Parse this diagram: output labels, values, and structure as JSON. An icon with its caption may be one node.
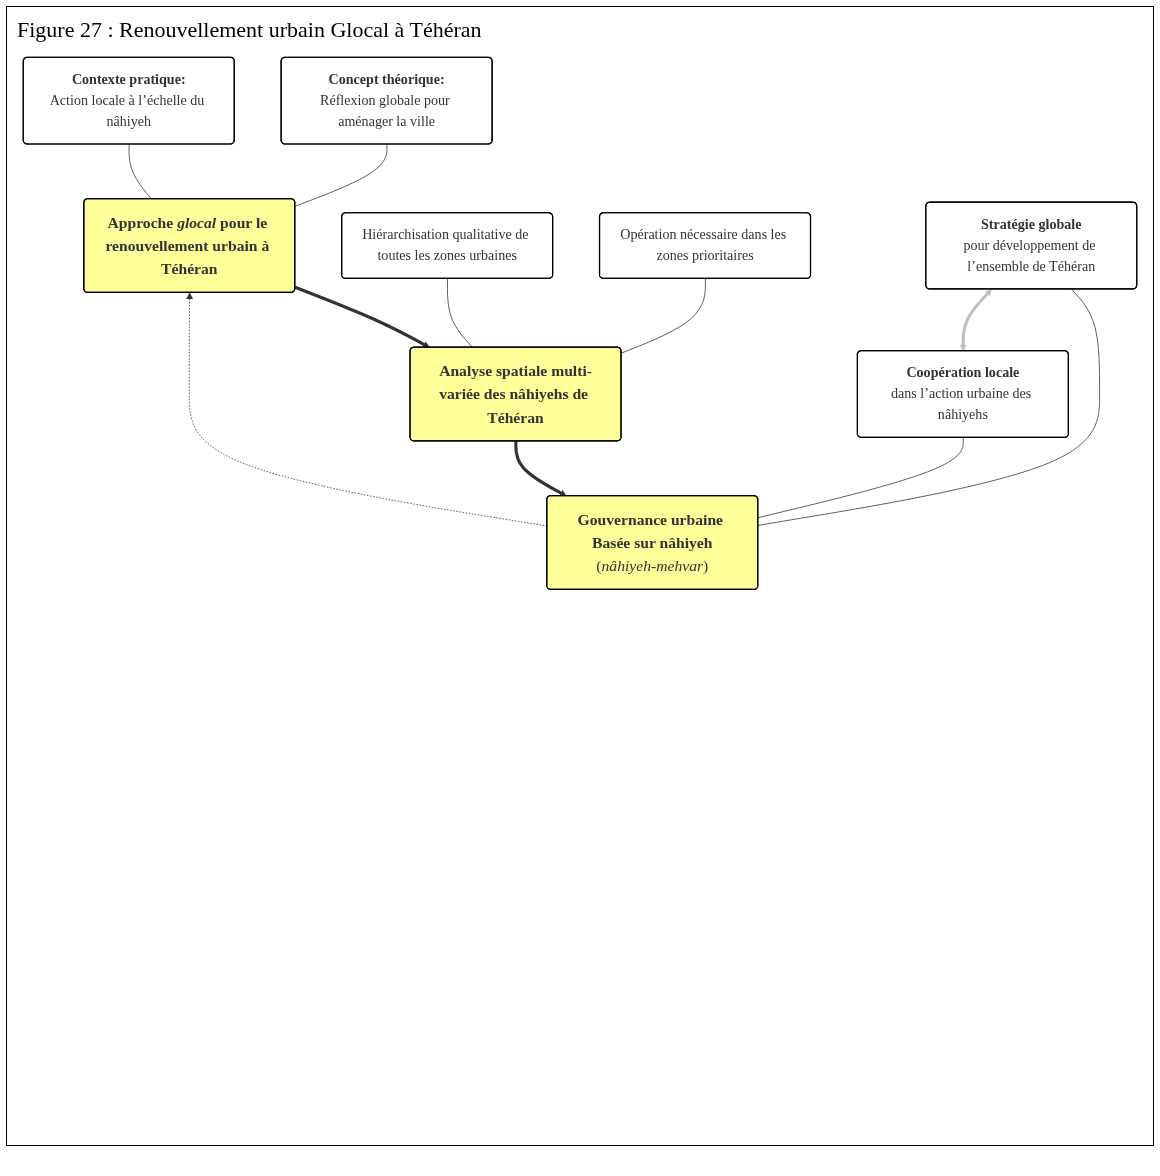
{
  "diagram": {
    "title": "Figure 27 : Renouvellement urbain Glocal à Téhéran",
    "nodes": [
      {
        "text": [
          "Approche *glocal* pour le renouvellement urbain à Téhéran"
        ]
      },
      {
        "text": [
          "Concept théorique:",
          "Réflexion globale pour aménager la ville"
        ]
      },
      {
        "text": [
          "Contexte pratique:",
          "Action locale à l’échelle du nâhiyeh"
        ]
      },
      {
        "text": [
          "Analyse spatiale multi-variée des nâhiyehs de Téhéran"
        ]
      },
      {
        "text": [
          "Hiérarchisation qualitative de toutes les zones urbaines"
        ]
      },
      {
        "text": [
          "Opération nécessaire dans les zones prioritaires"
        ]
      },
      {
        "text": [
          "Gouvernance urbaine Basée sur nâhiyeh",
          "(*nâhiyeh-mehvar*)"
        ]
      },
      {
        "text": [
          "Stratégie globale",
          "pour développement de l’ensemble de Téhéran"
        ]
      },
      {
        "text": [
          "Coopération locale",
          "dans l’action urbaine des nâhiyehs"
        ]
      }
    ],
    "edges": [
      {
        "from": 0,
        "to": 3,
        "arrow": "to",
        "style": "thick"
      },
      {
        "from": 1,
        "to": 0,
        "arrow": "none"
      },
      {
        "from": 2,
        "to": 0,
        "arrow": "none"
      },
      {
        "from": 3,
        "to": 6,
        "arrow": "to",
        "style": "thick"
      },
      {
        "from": 6,
        "to": 0,
        "arrow": "to",
        "style": "dashed"
      },
      {
        "from": 4,
        "to": 3,
        "arrow": "none"
      },
      {
        "from": 5,
        "to": 3,
        "arrow": "none"
      },
      {
        "from": 7,
        "to": 6,
        "arrow": "none"
      },
      {
        "from": 8,
        "to": 6,
        "arrow": "none"
      },
      {
        "from": 7,
        "to": 8,
        "arrow": "both",
        "style": "thick",
        "color": "#c0c0c0"
      }
    ]
  }
}
